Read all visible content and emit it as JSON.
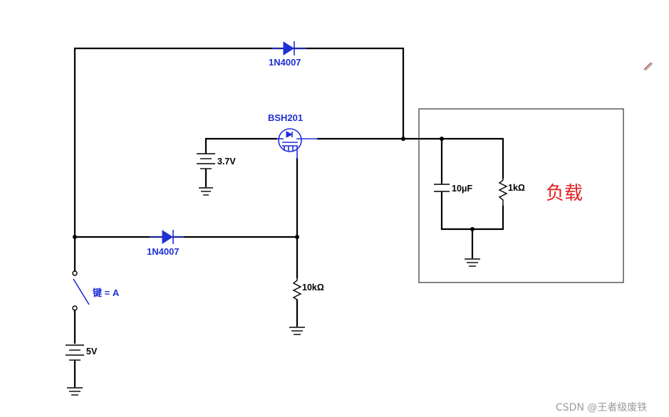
{
  "labels": {
    "diode_top": "1N4007",
    "mosfet": "BSH201",
    "battery_gate": "3.7V",
    "diode_bottom": "1N4007",
    "pulldown_resistor": "10kΩ",
    "switch": "键 = A",
    "source_battery": "5V",
    "load_capacitor": "10μF",
    "load_resistor": "1kΩ",
    "load_box": "负载"
  },
  "watermark": "CSDN @王者级废铁",
  "colors": {
    "wire": "#000000",
    "component": "#1f2fd6",
    "annotation": "#e02020",
    "watermark": "#9a9a9a"
  },
  "icons": {
    "corner_tool": "pencil-icon"
  }
}
